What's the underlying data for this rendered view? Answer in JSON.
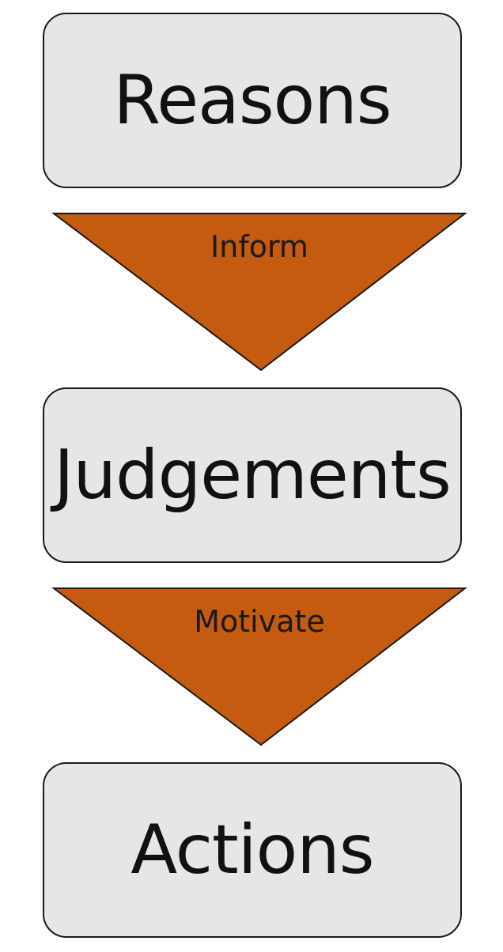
{
  "diagram": {
    "boxes": [
      {
        "label": "Reasons"
      },
      {
        "label": "Judgements"
      },
      {
        "label": "Actions"
      }
    ],
    "arrows": [
      {
        "label": "Inform"
      },
      {
        "label": "Motivate"
      }
    ]
  },
  "colors": {
    "box_fill": "#e6e6e6",
    "box_border": "#1a1a1a",
    "arrow_fill": "#c55a11",
    "text": "#111111"
  }
}
